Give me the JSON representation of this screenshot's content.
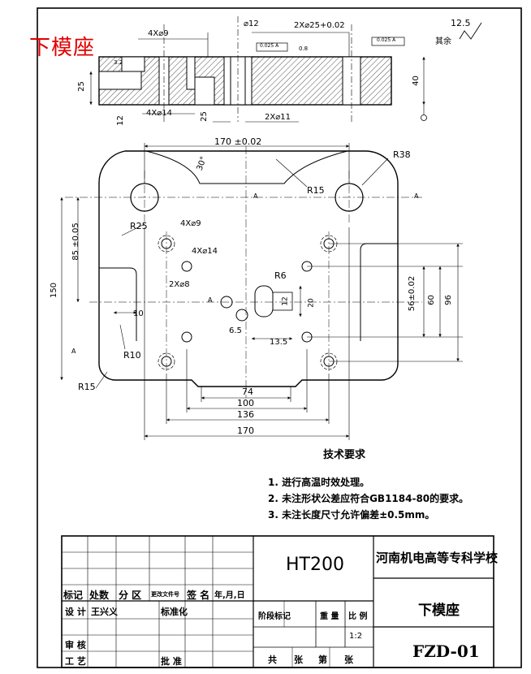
{
  "drawing": {
    "title_red": "下模座",
    "roughness": "12.5",
    "roughness_note": "其余"
  },
  "section_view": {
    "labels": {
      "holes_top": "4X⌀9",
      "hole_d12": "⌀12",
      "holes_top2": "2X⌀25+0.02",
      "holes_bottom": "4X⌀14",
      "holes_bottom2": "2X⌀11",
      "dim_25": "25",
      "dim_12": "12",
      "dim_40": "40",
      "dim_25b": "25",
      "tol1": "0.025 A",
      "tol2": "0.025 A",
      "rough_32": "3.2",
      "rough_08": "0.8"
    }
  },
  "plan_view": {
    "labels": {
      "dim_170_top": "170 ±0.02",
      "angle_30": "30°",
      "r38": "R38",
      "r15_top": "R15",
      "r25": "R25",
      "holes_4x9": "4X⌀9",
      "holes_4x14": "4X⌀14",
      "holes_2x8": "2X⌀8",
      "r6": "R6",
      "dim_85": "85 ±0.05",
      "dim_150": "150",
      "dim_10": "10",
      "dim_6_5": "6.5",
      "dim_13_5": "13.5",
      "dim_12": "12",
      "dim_20": "20",
      "dim_56": "56±0.02",
      "dim_60": "60",
      "dim_96": "96",
      "r10": "R10",
      "r15_bottom": "R15",
      "dim_74": "74",
      "dim_100": "100",
      "dim_136": "136",
      "dim_170": "170",
      "a1": "A",
      "a2": "A",
      "a3": "A",
      "a4": "A"
    }
  },
  "requirements": {
    "title": "技术要求",
    "items": [
      "1. 进行高温时效处理。",
      "2. 未注形状公差应符合GB1184-80的要求。",
      "3. 未注长度尺寸允许偏差±0.5mm。"
    ]
  },
  "title_block": {
    "material": "HT200",
    "school": "河南机电高等专科学校",
    "part_name": "下模座",
    "drawing_no": "FZD-01",
    "scale": "1:2",
    "cells": {
      "mark": "标记",
      "count": "处数",
      "zone": "分 区",
      "change_doc": "更改文件号",
      "signature": "签 名",
      "date": "年,月,日",
      "design": "设 计",
      "designer": "王兴义",
      "standardize": "标准化",
      "stage_mark": "阶段标记",
      "weight": "重 量",
      "ratio": "比 例",
      "review": "审 核",
      "process": "工 艺",
      "approve": "批 准",
      "total": "共",
      "sheets": "张",
      "sheet_no": "第",
      "sheet": "张"
    }
  }
}
